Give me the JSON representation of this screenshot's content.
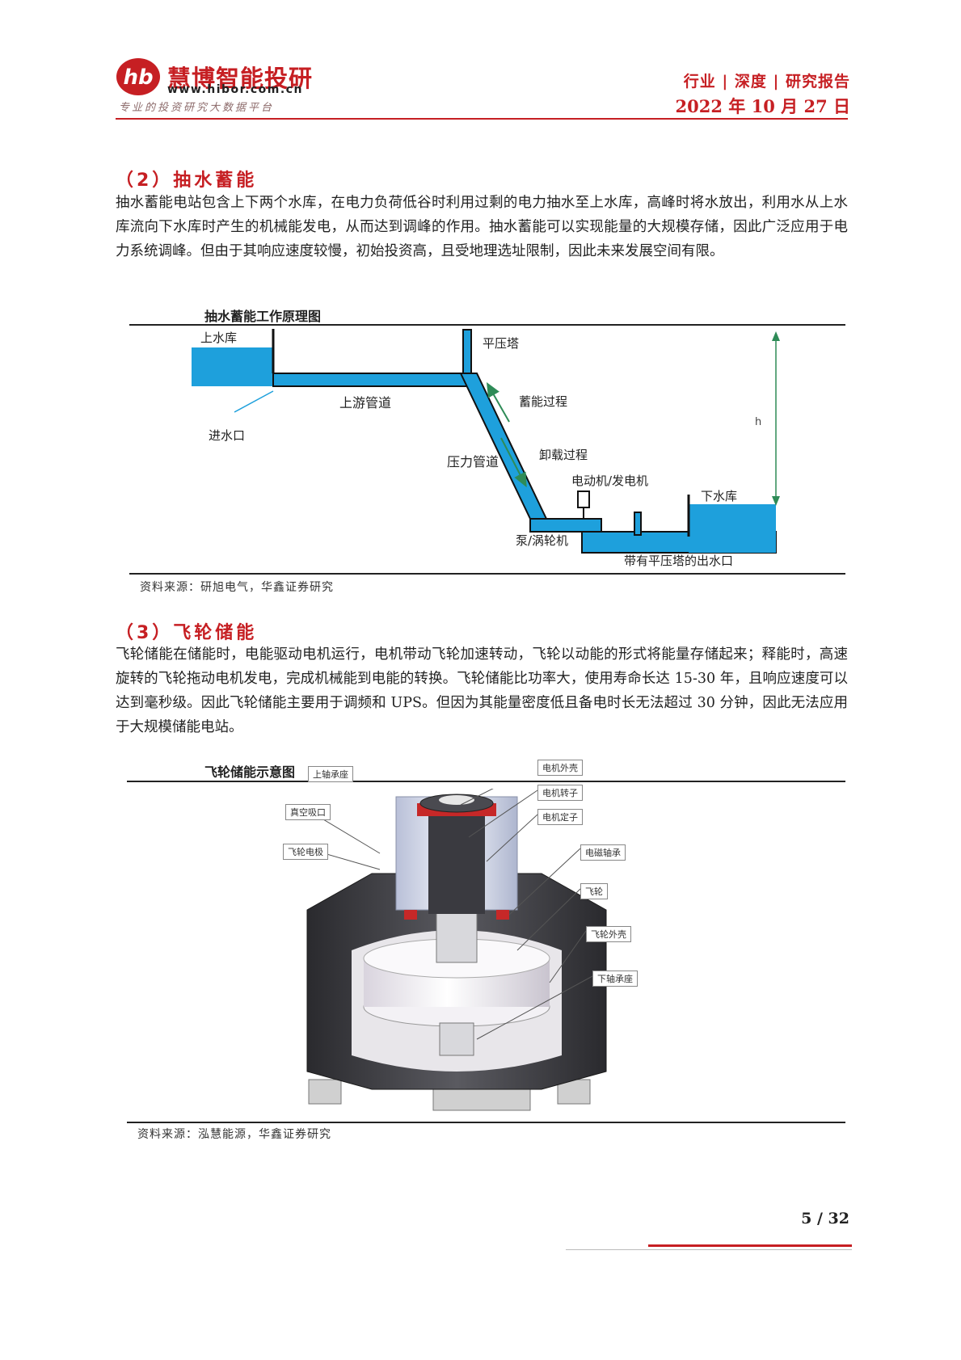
{
  "header": {
    "brand_name": "慧博智能投研",
    "logo_mark": "hb",
    "url": "www.hibor.com.cn",
    "slogan": "专业的投资研究大数据平台",
    "category": "行业 | 深度 | 研究报告",
    "date": "2022 年 10 月 27 日"
  },
  "section2": {
    "title": "（2）抽水蓄能",
    "paragraph": "抽水蓄能电站包含上下两个水库，在电力负荷低谷时利用过剩的电力抽水至上水库，高峰时将水放出，利用水从上水库流向下水库时产生的机械能发电，从而达到调峰的作用。抽水蓄能可以实现能量的大规模存储，因此广泛应用于电力系统调峰。但由于其响应速度较慢，初始投资高，且受地理选址限制，因此未来发展空间有限。"
  },
  "figure1": {
    "title": "抽水蓄能工作原理图",
    "labels": {
      "upper_reservoir": "上水库",
      "surge_tower": "平压塔",
      "storage_process": "蓄能过程",
      "upstream_pipe": "上游管道",
      "intake": "进水口",
      "release_process": "卸载过程",
      "penstock": "压力管道",
      "motor_generator": "电动机/发电机",
      "lower_reservoir": "下水库",
      "pump_turbine": "泵/涡轮机",
      "outlet": "带有平压塔的出水口",
      "height": "h"
    },
    "source": "资料来源：研旭电气，华鑫证券研究"
  },
  "section3": {
    "title": "（3）飞轮储能",
    "paragraph": "飞轮储能在储能时，电能驱动电机运行，电机带动飞轮加速转动，飞轮以动能的形式将能量存储起来；释能时，高速旋转的飞轮拖动电机发电，完成机械能到电能的转换。飞轮储能比功率大，使用寿命长达 15-30 年，且响应速度可以达到毫秒级。因此飞轮储能主要用于调频和 UPS。但因为其能量密度低且备电时长无法超过 30 分钟，因此无法应用于大规模储能电站。"
  },
  "figure2": {
    "title": "飞轮储能示意图",
    "labels": {
      "upper_bearing": "上轴承座",
      "vacuum_port": "真空吸口",
      "flywheel_electrode": "飞轮电极",
      "motor_housing": "电机外壳",
      "motor_rotor": "电机转子",
      "motor_stator": "电机定子",
      "magnetic_bearing": "电磁轴承",
      "flywheel": "飞轮",
      "flywheel_housing": "飞轮外壳",
      "lower_bearing": "下轴承座"
    },
    "source": "资料来源：泓慧能源，华鑫证券研究"
  },
  "footer": {
    "page": "5 / 32"
  },
  "colors": {
    "brand_red": "#c61f23",
    "water_blue": "#1ea0dc",
    "arrow_green": "#2e8b57"
  }
}
